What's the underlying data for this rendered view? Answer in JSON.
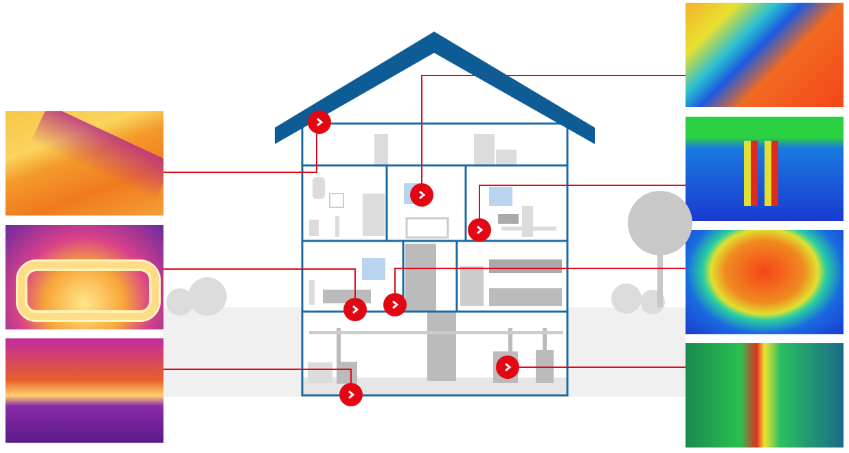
{
  "colors": {
    "roof": "#0e5c96",
    "walls": "#1a6aa6",
    "marker": "#e30613",
    "line": "#e30613",
    "furniture": "#d8d8d8",
    "ground": "#eeeeee"
  },
  "thermal_images": [
    {
      "side": "left",
      "subject": "roof-corner"
    },
    {
      "side": "left",
      "subject": "underfloor-heating"
    },
    {
      "side": "left",
      "subject": "boiler-pipes"
    },
    {
      "side": "right",
      "subject": "window-frame"
    },
    {
      "side": "right",
      "subject": "radiator-valves"
    },
    {
      "side": "right",
      "subject": "radiator"
    },
    {
      "side": "right",
      "subject": "heating-manifold"
    }
  ],
  "icons": {
    "marker": "chevron-right-icon"
  }
}
